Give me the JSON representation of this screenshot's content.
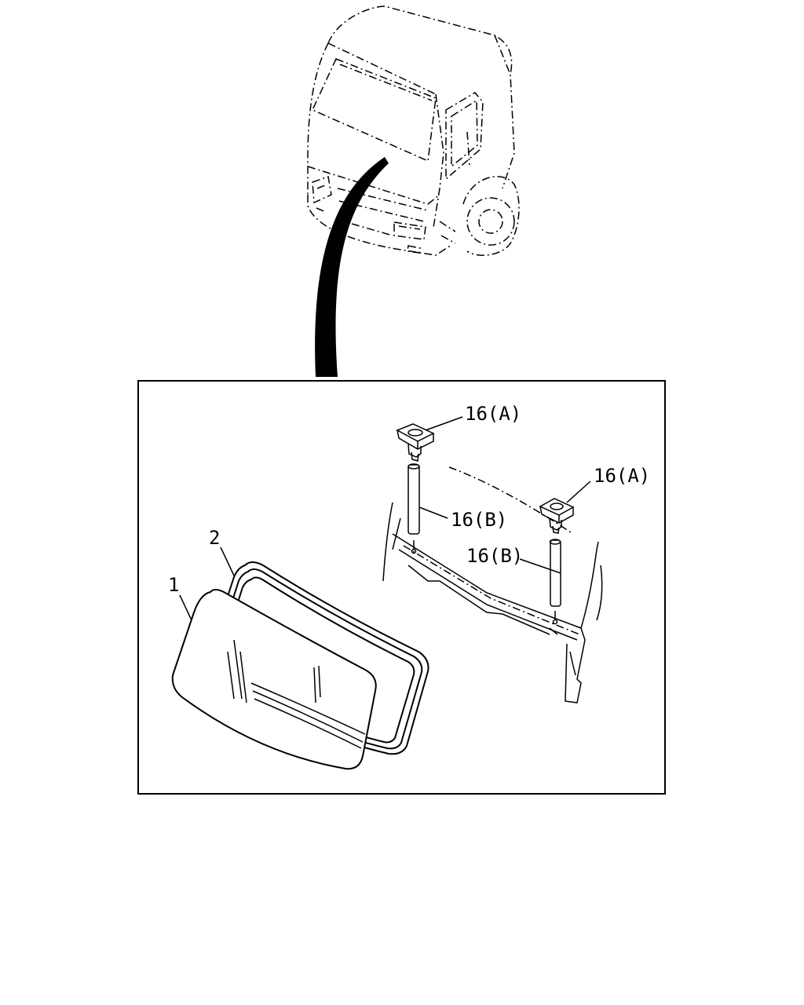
{
  "callouts": [
    {
      "id": "1",
      "text": "1"
    },
    {
      "id": "2",
      "text": "2"
    },
    {
      "id": "16a_left",
      "text": "16(A)"
    },
    {
      "id": "16a_right",
      "text": "16(A)"
    },
    {
      "id": "16b_left",
      "text": "16(B)"
    },
    {
      "id": "16b_right",
      "text": "16(B)"
    }
  ],
  "colors": {
    "line": "#000000",
    "background": "#ffffff"
  }
}
